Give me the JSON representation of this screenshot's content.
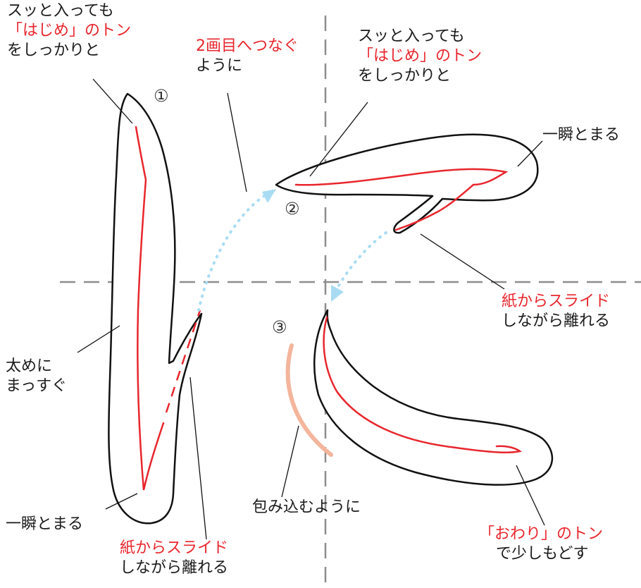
{
  "colors": {
    "accent_red": "#e8262d",
    "guide_gray": "#8c8c8c",
    "arrow_blue": "#a9dcf3",
    "wrap_pink": "#f4b59c",
    "outline": "#111111"
  },
  "stroke_numbers": [
    "①",
    "②",
    "③"
  ],
  "labels": {
    "s1_start": {
      "l1": "スッと入っても",
      "l2": "「はじめ」のトン",
      "l3": "をしっかりと"
    },
    "s1_to_s2": {
      "l1": "2画目へつなぐ",
      "l2": "ように"
    },
    "s2_start": {
      "l1": "スッと入っても",
      "l2": "「はじめ」のトン",
      "l3": "をしっかりと"
    },
    "s2_end": {
      "l1": "一瞬とまる"
    },
    "s2_slide": {
      "l1": "紙からスライド",
      "l2": "しながら離れる"
    },
    "s1_body": {
      "l1": "太めに",
      "l2": "まっすぐ"
    },
    "s1_end": {
      "l1": "一瞬とまる"
    },
    "s1_slide": {
      "l1": "紙からスライド",
      "l2": "しながら離れる"
    },
    "s3_wrap": {
      "l1": "包み込むように"
    },
    "s3_end": {
      "l1": "「おわり」のトン",
      "l2": "で少しもどす"
    }
  }
}
